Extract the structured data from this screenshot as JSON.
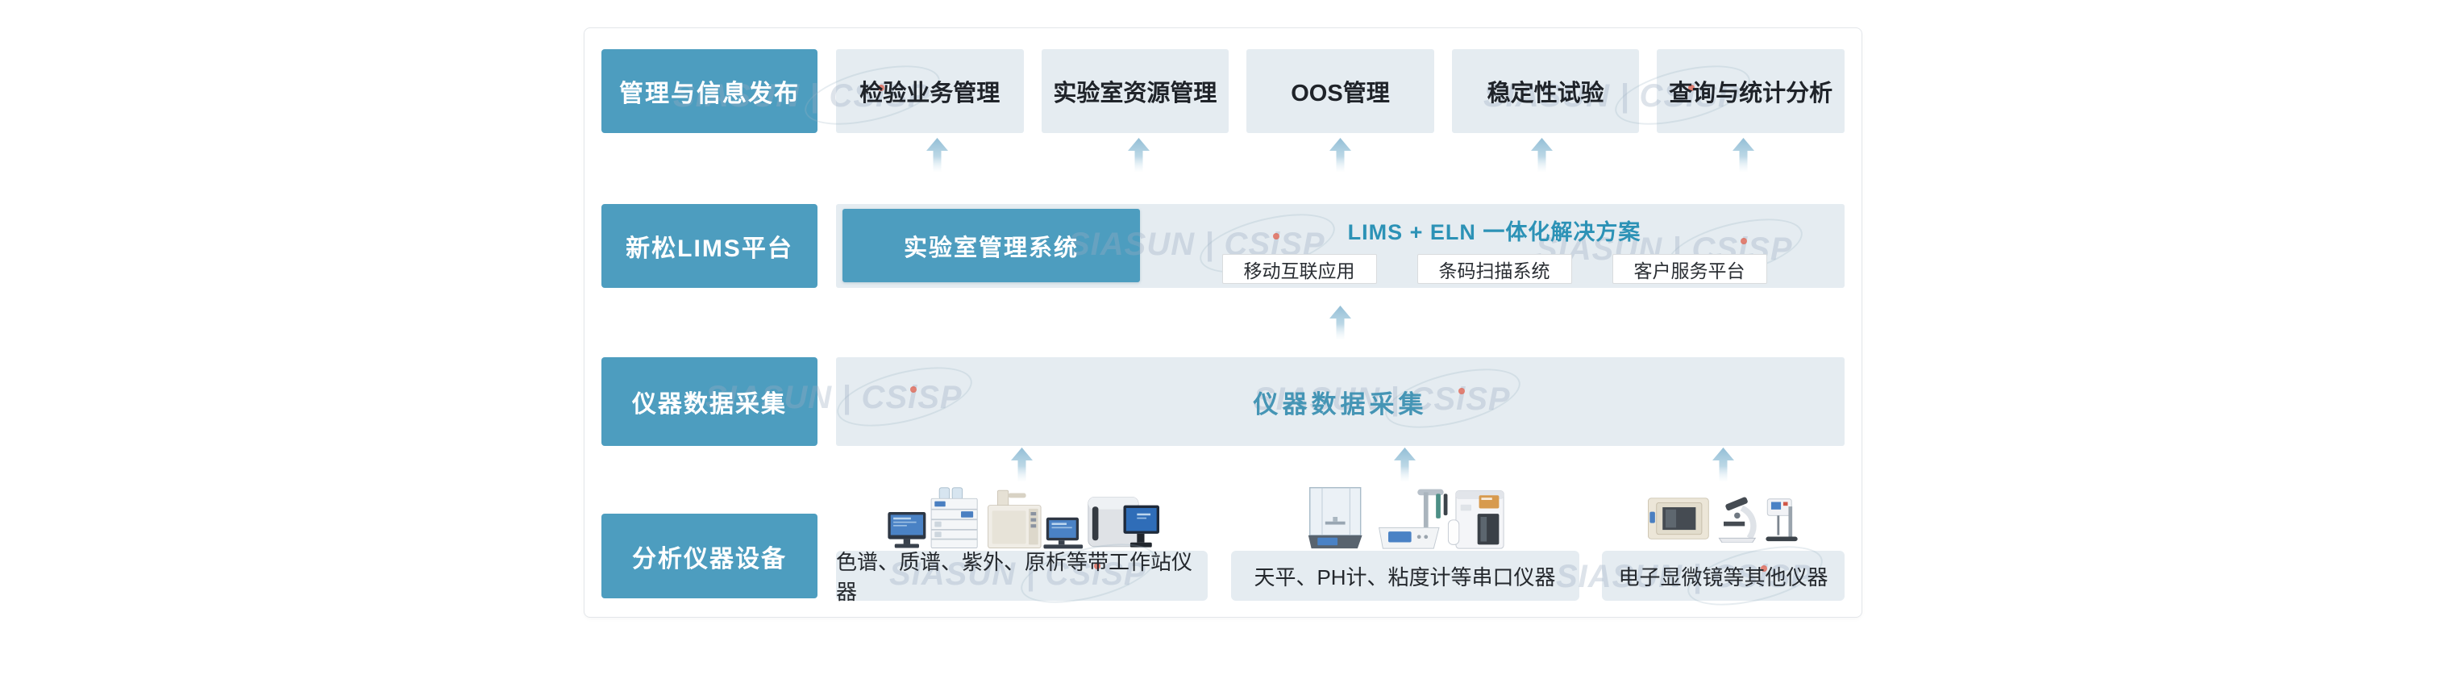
{
  "diagram": {
    "row_management": {
      "side_label": "管理与信息发布",
      "modules": [
        "检验业务管理",
        "实验室资源管理",
        "OOS管理",
        "稳定性试验",
        "查询与统计分析"
      ]
    },
    "row_platform": {
      "side_label": "新松LIMS平台",
      "core_system": "实验室管理系统",
      "solution_title": "LIMS + ELN 一体化解决方案",
      "sub_systems": [
        "移动互联应用",
        "条码扫描系统",
        "客户服务平台"
      ]
    },
    "row_acquisition": {
      "side_label": "仪器数据采集",
      "band_text": "仪器数据采集"
    },
    "row_instruments": {
      "side_label": "分析仪器设备",
      "groups": [
        {
          "icon": "chromatography-ms-uv-workstation-instruments-icon",
          "caption": "色谱、质谱、紫外、原析等带工作站仪器"
        },
        {
          "icon": "balance-ph-viscometer-serial-instruments-icon",
          "caption": "天平、PH计、粘度计等串口仪器"
        },
        {
          "icon": "electron-microscope-other-instruments-icon",
          "caption": "电子显微镜等其他仪器"
        }
      ]
    },
    "watermark_text": "SIASUN | CSiSP",
    "colors": {
      "tier_label": "#4d9dbf",
      "module_box": "#e5ecf1",
      "solution_title_text": "#2c92b6",
      "band_text": "#4595b5",
      "arrow": "#93bed6",
      "watermark": "#9caec0",
      "watermark_dot": "#df5c48"
    }
  }
}
